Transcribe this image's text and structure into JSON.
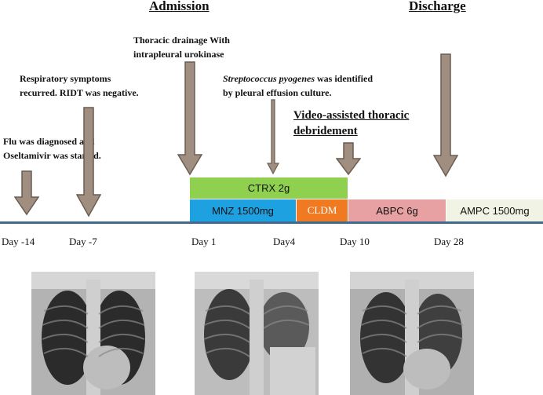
{
  "headings": {
    "admission": "Admission",
    "discharge": "Discharge"
  },
  "events": {
    "flu_line1": "Flu was diagnosed and",
    "flu_line2": "Oseltamivir was started.",
    "resp_line1": "Respiratory symptoms",
    "resp_line2": "recurred. RIDT was negative.",
    "drain_line1": "Thoracic drainage With",
    "drain_line2": "intrapleural urokinase",
    "strep_species": "Streptococcus pyogenes",
    "strep_rest": " was identified",
    "strep_line2": "by pleural effusion culture.",
    "vats_line1": "Video-assisted thoracic",
    "vats_line2": "debridement"
  },
  "drugs": {
    "ctrx": "CTRX 2g",
    "mnz": "MNZ 1500mg",
    "cldm": "CLDM",
    "abpc": "ABPC 6g",
    "ampc": "AMPC 1500mg"
  },
  "colors": {
    "ctrx": "#8fd14f",
    "mnz": "#1da1e0",
    "cldm": "#f07a22",
    "abpc": "#e8a1a3",
    "ampc": "#f1f3e4",
    "arrow_fill": "#a08f80",
    "arrow_stroke": "#6b5d50",
    "timeline": "#3f6b8e"
  },
  "days": {
    "d_m14": "Day -14",
    "d_m7": "Day -7",
    "d1": "Day 1",
    "d4": "Day4",
    "d10": "Day 10",
    "d28": "Day 28"
  },
  "xrays": [
    "chest-xray-1",
    "chest-xray-2",
    "chest-xray-3"
  ]
}
